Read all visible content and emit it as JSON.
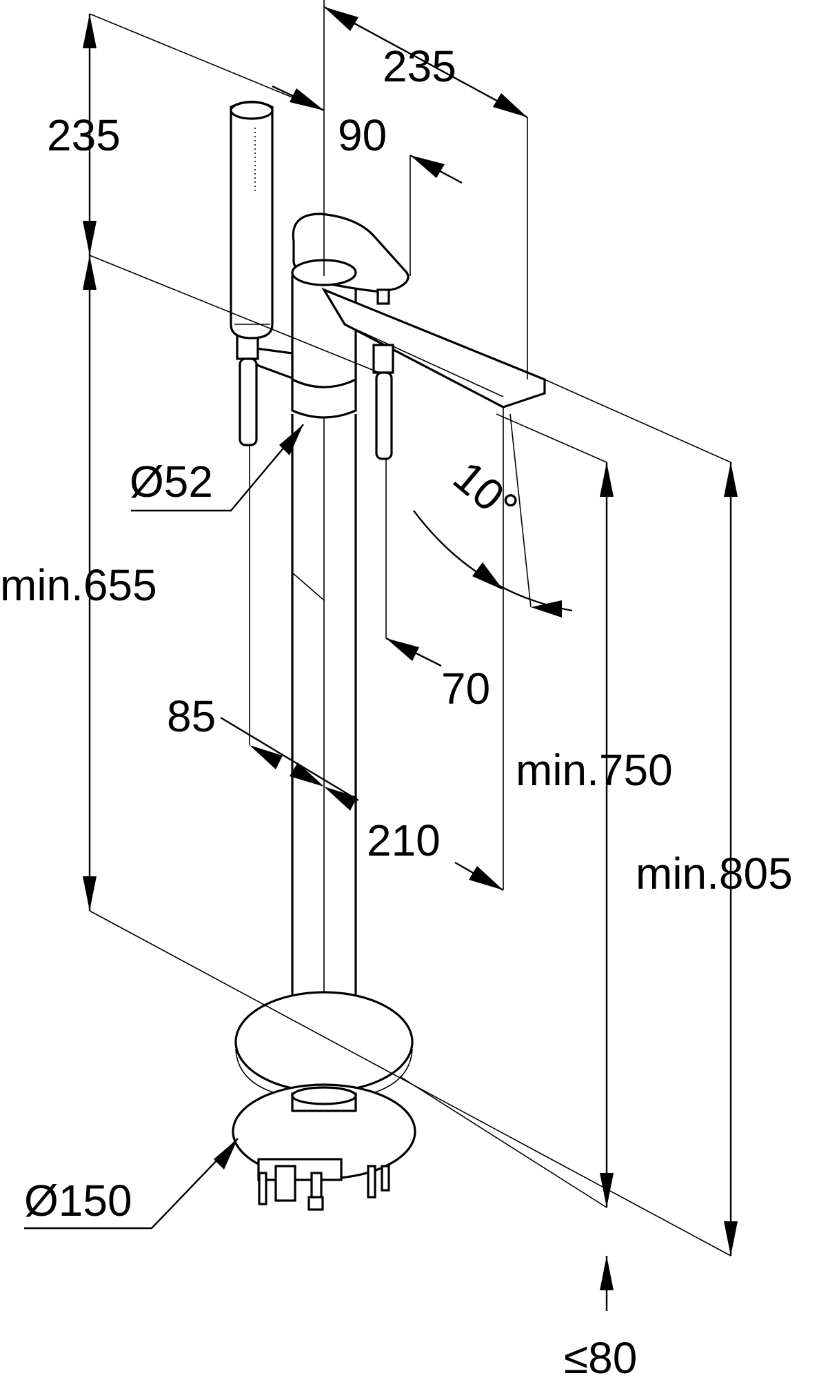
{
  "dimensions": {
    "top_width": "235",
    "top_height": "235",
    "handle_offset": "90",
    "column_diameter": "Ø52",
    "height_655": "min.655",
    "angle": "10°",
    "outlet_spacing": "70",
    "handshower_offset": "85",
    "spout_reach": "210",
    "height_750": "min.750",
    "height_805": "min.805",
    "base_diameter": "Ø150",
    "floor_depth": "≤80"
  }
}
